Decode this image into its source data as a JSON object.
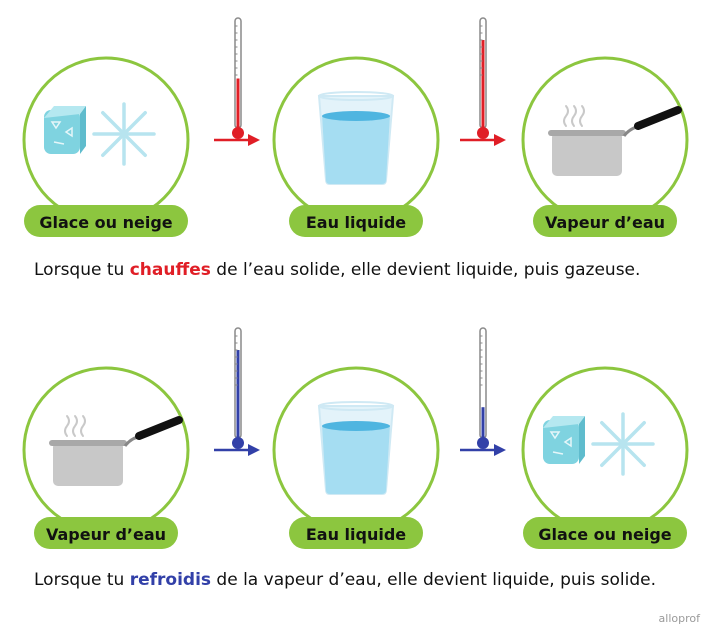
{
  "colors": {
    "circle_stroke": "#8cc63f",
    "pill_fill": "#8cc63f",
    "heat": "#e01e26",
    "cool": "#3240a8",
    "ice": "#7fd3e0",
    "water": "#a5ddf2",
    "pot": "#c8c8c8"
  },
  "rows": [
    {
      "id": "heating",
      "arrow_color": "heat",
      "states": [
        {
          "label": "Glace ou neige",
          "illustration": "ice-cube-and-snowflake"
        },
        {
          "label": "Eau liquide",
          "illustration": "glass-of-water"
        },
        {
          "label": "Vapeur d’eau",
          "illustration": "steaming-pot"
        }
      ],
      "thermometers": [
        {
          "level": 0.45,
          "color": "heat"
        },
        {
          "level": 0.8,
          "color": "heat"
        }
      ],
      "caption": {
        "before": "Lorsque tu ",
        "keyword": "chauffes",
        "after": " de l’eau solide, elle devient liquide, puis gazeuse."
      }
    },
    {
      "id": "cooling",
      "arrow_color": "cool",
      "states": [
        {
          "label": "Vapeur d’eau",
          "illustration": "steaming-pot"
        },
        {
          "label": "Eau liquide",
          "illustration": "glass-of-water"
        },
        {
          "label": "Glace ou neige",
          "illustration": "ice-cube-and-snowflake"
        }
      ],
      "thermometers": [
        {
          "level": 0.8,
          "color": "cool"
        },
        {
          "level": 0.28,
          "color": "cool"
        }
      ],
      "caption": {
        "before": "Lorsque tu ",
        "keyword": "refroidis",
        "after": " de la vapeur d’eau, elle devient liquide, puis solide."
      }
    }
  ],
  "logo": "alloprof"
}
